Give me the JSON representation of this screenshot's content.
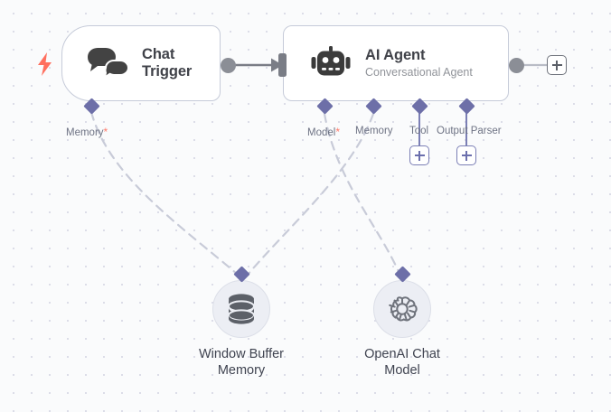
{
  "canvas": {
    "background_color": "#fafbfc",
    "dot_color": "#dcdde8",
    "grid_spacing": 20
  },
  "nodes": {
    "chat_trigger": {
      "title": "Chat Trigger",
      "icon": "chat-bubbles-icon",
      "trigger_icon": "lightning-bolt-icon",
      "trigger_icon_color": "#ff6f5e",
      "ports": {
        "memory": {
          "label": "Memory",
          "required": true,
          "required_marker": "*"
        }
      }
    },
    "ai_agent": {
      "title": "AI Agent",
      "subtitle": "Conversational Agent",
      "icon": "robot-icon",
      "ports": {
        "model": {
          "label": "Model",
          "required": true,
          "required_marker": "*"
        },
        "memory": {
          "label": "Memory",
          "required": false
        },
        "tool": {
          "label": "Tool",
          "required": false,
          "add_label": "+"
        },
        "output_parser": {
          "label": "Output Parser",
          "required": false,
          "add_label": "+"
        }
      },
      "output_add_label": "+"
    },
    "window_buffer_memory": {
      "title": "Window Buffer\nMemory",
      "icon": "database-icon"
    },
    "openai_chat_model": {
      "title": "OpenAI Chat\nModel",
      "icon": "openai-logo-icon"
    }
  },
  "colors": {
    "node_border": "#c6cbd9",
    "node_title": "#404249",
    "node_subtitle": "#909399",
    "port_label": "#6e7384",
    "diamond": "#6d6fa8",
    "connector": "#8b8e96",
    "edge_dashed": "#c8cbd8",
    "required_star": "#ff7a6b",
    "plus_purple": "#7b7fb5",
    "plus_gray": "#6f737c"
  }
}
